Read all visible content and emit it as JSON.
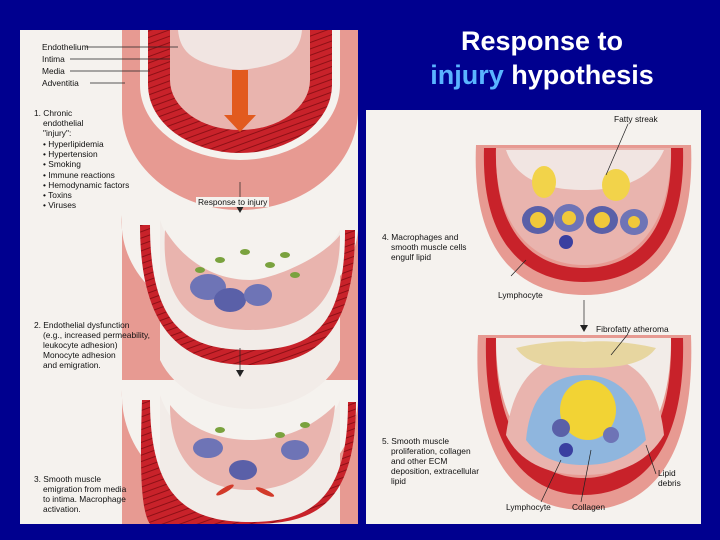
{
  "title": {
    "part1": "Response to",
    "part2_highlight": "injury",
    "part2_rest": "hypothesis"
  },
  "left": {
    "layers": [
      "Endothelium",
      "Intima",
      "Media",
      "Adventitia"
    ],
    "step1": {
      "heading": [
        "1. Chronic",
        "endothelial",
        "\"injury\":"
      ],
      "items": [
        "Hyperlipidemia",
        "Hypertension",
        "Smoking",
        "Immune reactions",
        "Hemodynamic factors",
        "Toxins",
        "Viruses"
      ]
    },
    "arrow_label": "Response to injury",
    "step2": [
      "2. Endothelial dysfunction",
      "(e.g., increased permeability,",
      "leukocyte adhesion)",
      "Monocyte adhesion",
      "and emigration."
    ],
    "step3": [
      "3. Smooth muscle",
      "emigration from media",
      "to intima. Macrophage",
      "activation."
    ]
  },
  "right": {
    "fatty_streak": "Fatty streak",
    "step4": [
      "4. Macrophages and",
      "smooth muscle cells",
      "engulf lipid"
    ],
    "lymphocyte_1": "Lymphocyte",
    "fibrofatty": "Fibrofatty atheroma",
    "step5": [
      "5. Smooth muscle",
      "proliferation, collagen",
      "and other ECM",
      "deposition, extracellular",
      "lipid"
    ],
    "lipid_debris": [
      "Lipid",
      "debris"
    ],
    "lymphocyte_2": "Lymphocyte",
    "collagen": "Collagen"
  },
  "colors": {
    "background": "#00008f",
    "title_highlight": "#5ab4ff",
    "panel": "#f5f2ee",
    "artery_wall": "#c8222a",
    "intima": "#e9b4ae",
    "lumen": "#f1e5e2"
  }
}
